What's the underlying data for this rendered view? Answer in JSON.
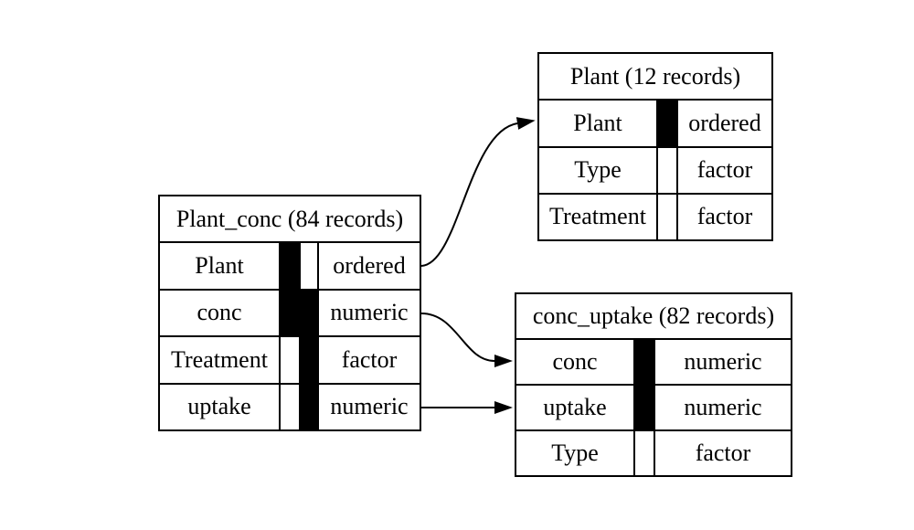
{
  "diagram": {
    "background_color": "#ffffff",
    "line_color": "#000000",
    "tables": {
      "plant_conc": {
        "title": "Plant_conc (84 records)",
        "rows": [
          {
            "name": "Plant",
            "type": "ordered",
            "indicators": [
              "filled",
              "empty"
            ]
          },
          {
            "name": "conc",
            "type": "numeric",
            "indicators": [
              "filled",
              "filled"
            ]
          },
          {
            "name": "Treatment",
            "type": "factor",
            "indicators": [
              "empty",
              "filled"
            ]
          },
          {
            "name": "uptake",
            "type": "numeric",
            "indicators": [
              "empty",
              "filled"
            ]
          }
        ]
      },
      "plant": {
        "title": "Plant (12 records)",
        "rows": [
          {
            "name": "Plant",
            "type": "ordered",
            "indicators": [
              "filled"
            ]
          },
          {
            "name": "Type",
            "type": "factor",
            "indicators": [
              "empty"
            ]
          },
          {
            "name": "Treatment",
            "type": "factor",
            "indicators": [
              "empty"
            ]
          }
        ]
      },
      "conc_uptake": {
        "title": "conc_uptake (82 records)",
        "rows": [
          {
            "name": "conc",
            "type": "numeric",
            "indicators": [
              "filled"
            ]
          },
          {
            "name": "uptake",
            "type": "numeric",
            "indicators": [
              "filled"
            ]
          },
          {
            "name": "Type",
            "type": "factor",
            "indicators": [
              "empty"
            ]
          }
        ]
      }
    },
    "links": [
      {
        "from_table": "Plant_conc",
        "from_field": "Plant",
        "to_table": "Plant",
        "to_field": "Plant"
      },
      {
        "from_table": "Plant_conc",
        "from_field": "conc",
        "to_table": "conc_uptake",
        "to_field": "conc"
      },
      {
        "from_table": "Plant_conc",
        "from_field": "uptake",
        "to_table": "conc_uptake",
        "to_field": "uptake"
      }
    ]
  }
}
